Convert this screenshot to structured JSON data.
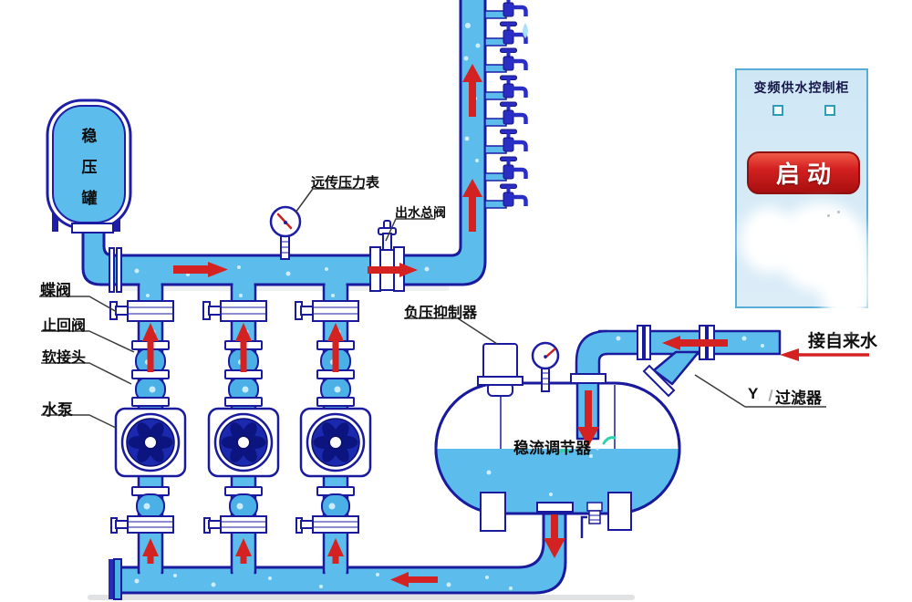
{
  "labels": {
    "surge_tank": "稳压罐",
    "butterfly_valve": "蝶阀",
    "check_valve": "止回阀",
    "soft_joint": "软接头",
    "water_pump": "水泵",
    "remote_pressure_gauge": "远传压力表",
    "outlet_main_valve": "出水总阀",
    "vacuum_suppressor": "负压抑制器",
    "flow_regulator": "稳流调节器",
    "tap_water_inlet": "接自来水",
    "y_filter_prefix": "Y",
    "y_filter_suffix": "过滤器"
  },
  "cabinet": {
    "title": "变频供水控制柜",
    "start_button": "启动"
  },
  "colors": {
    "pipe_fill": "#5cbcec",
    "pipe_border": "#1a1a9e",
    "arrow_red": "#d42222",
    "impeller_navy": "#1b29ae",
    "cabinet_bg": "#d6ebf7",
    "cabinet_border": "#58add7",
    "button_red": "#c21d1d",
    "sparkle_teal": "#2bd3ae"
  }
}
